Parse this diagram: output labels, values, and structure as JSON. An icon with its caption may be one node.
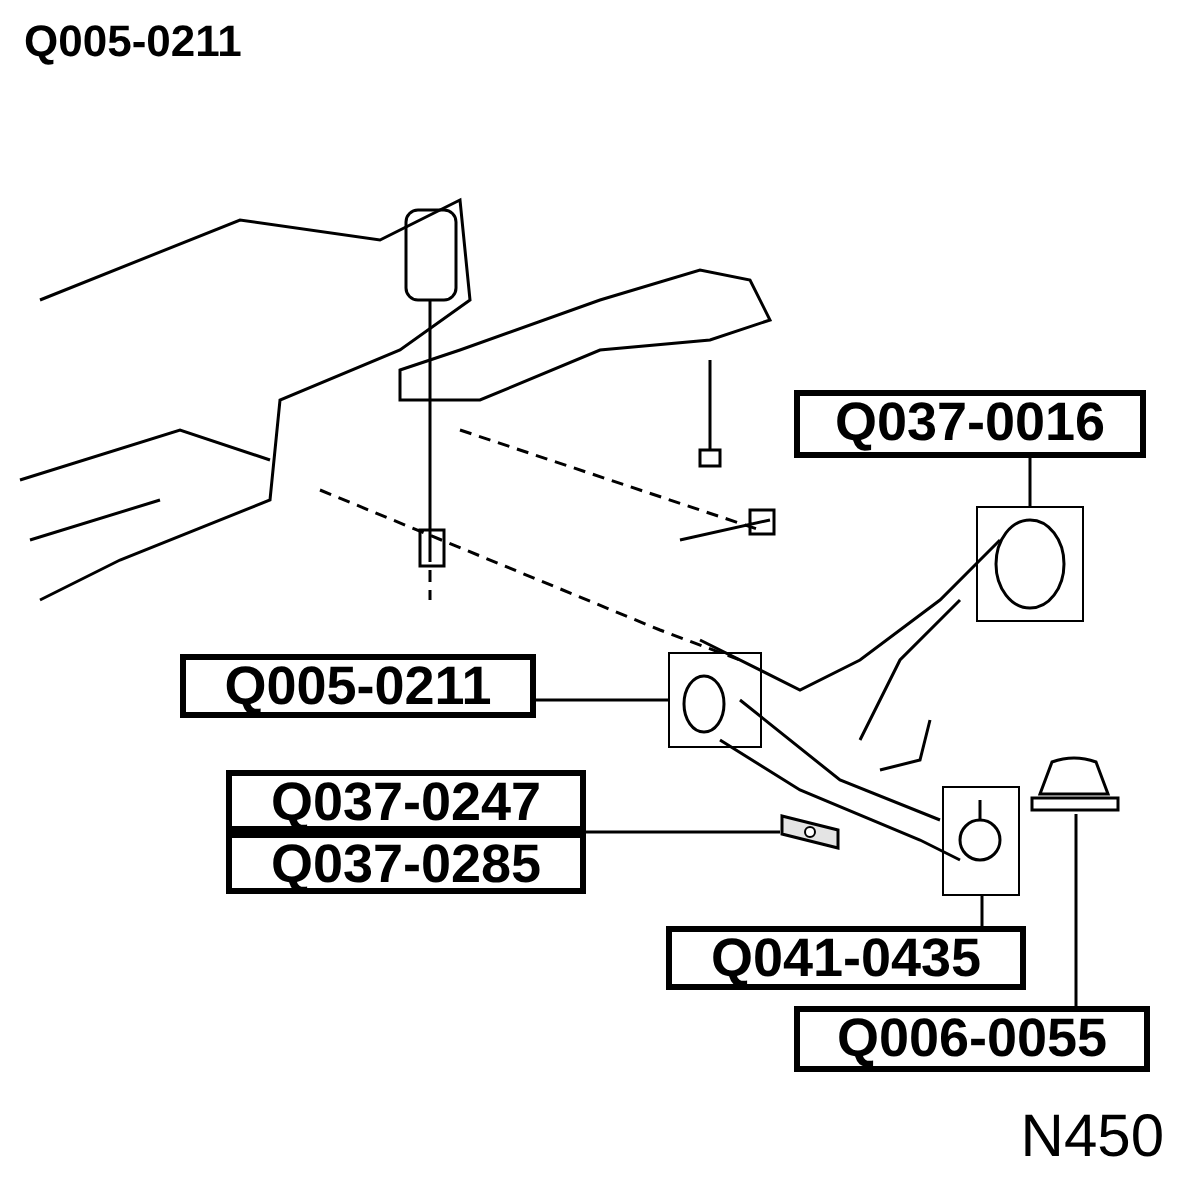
{
  "diagram": {
    "title": "Q005-0211",
    "nodes": [
      {
        "text": [
          "Q037-0016"
        ]
      },
      {
        "text": [],
        "shape": "box"
      },
      {
        "text": [
          "Q005-0211"
        ]
      },
      {
        "text": [],
        "shape": "box"
      },
      {
        "text": [
          "Q037-0247"
        ]
      },
      {
        "text": [
          "Q037-0285"
        ]
      },
      {
        "text": [],
        "shape": "picture"
      },
      {
        "text": [
          "Q041-0435"
        ]
      },
      {
        "text": [],
        "shape": "box"
      },
      {
        "text": [
          "Q006-0055"
        ]
      },
      {
        "text": [],
        "shape": "picture"
      }
    ],
    "edges": [
      {
        "from": 0,
        "to": 1,
        "arrow": "none"
      },
      {
        "from": 2,
        "to": 3,
        "arrow": "none"
      },
      {
        "from": 4,
        "to": 6,
        "arrow": "none"
      },
      {
        "from": 5,
        "to": 6,
        "arrow": "none"
      },
      {
        "from": 7,
        "to": 8,
        "arrow": "none"
      },
      {
        "from": 9,
        "to": 10,
        "arrow": "none"
      }
    ],
    "labels": [
      "N450"
    ]
  }
}
